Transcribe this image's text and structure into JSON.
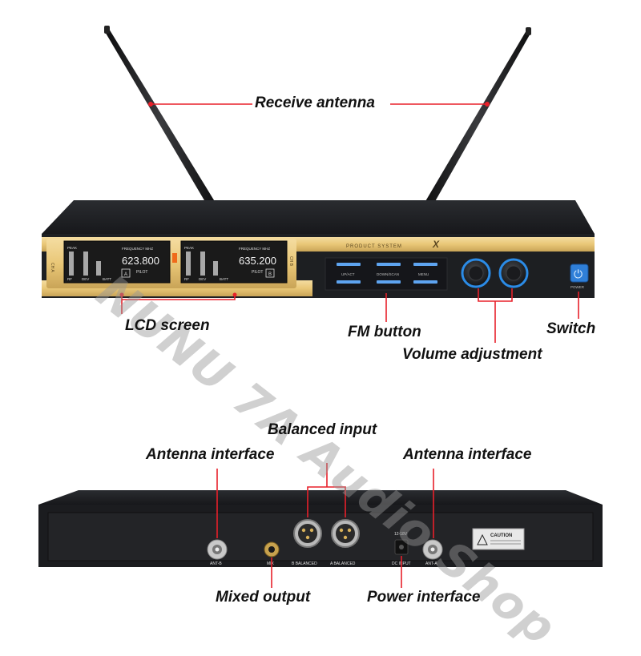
{
  "labels": {
    "receive_antenna": "Receive antenna",
    "lcd_screen": "LCD screen",
    "fm_button": "FM button",
    "switch": "Switch",
    "volume_adjustment": "Volume adjustment",
    "balanced_input": "Balanced input",
    "antenna_interface_left": "Antenna interface",
    "antenna_interface_right": "Antenna interface",
    "mixed_output": "Mixed output",
    "power_interface": "Power interface"
  },
  "watermark": "NUNU 7A Audio Shop",
  "front_panel": {
    "lcd_a": {
      "heading": "FREQUENCY MHZ",
      "frequency": "623.800",
      "pilot": "PILOT",
      "channel": "CH A",
      "peak": "PEAK",
      "rf": "RF",
      "dev": "DEV",
      "batt": "BATT",
      "box": "A"
    },
    "lcd_b": {
      "heading": "FREQUENCY MHZ",
      "frequency": "635.200",
      "pilot": "PILOT",
      "channel": "CH B",
      "peak": "PEAK",
      "rf": "RF",
      "dev": "DEV",
      "batt": "BATT",
      "box": "B"
    },
    "brand_line": "PRODUCT SYSTEM",
    "button_labels": [
      "UP/ACT",
      "DOWN/SCAN",
      "MENU"
    ],
    "power_label": "POWER"
  },
  "rear_panel": {
    "ant_b": "ANT-B",
    "mix": "MIX",
    "balanced_b": "B BALANCED",
    "balanced_a": "A BALANCED",
    "dc_input": "DC INPUT",
    "dc_rating": "12-18V",
    "ant_a": "ANT-A",
    "caution": "CAUTION"
  },
  "colors": {
    "label_line": "#e8202a",
    "chassis": "#1d1f22",
    "gold_trim": "#e9c777",
    "lcd": "#1a1a1a",
    "knob_ring": "#2b8be6",
    "power_button": "#2f7fd8"
  }
}
